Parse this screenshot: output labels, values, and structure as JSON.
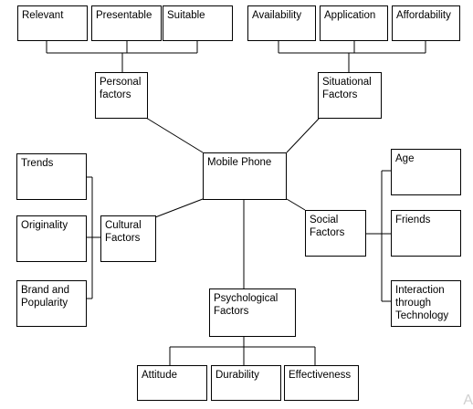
{
  "diagram": {
    "center": {
      "label": "Mobile Phone"
    },
    "personal": {
      "group": {
        "lines": [
          "Personal",
          "factors"
        ]
      },
      "items": [
        "Relevant",
        "Presentable",
        "Suitable"
      ]
    },
    "situational": {
      "group": {
        "lines": [
          "Situational",
          "Factors"
        ]
      },
      "items": [
        "Availability",
        "Application",
        "Affordability"
      ]
    },
    "cultural": {
      "group": {
        "lines": [
          "Cultural",
          "Factors"
        ]
      },
      "items": [
        [
          "Trends"
        ],
        [
          "Originality"
        ],
        [
          "Brand and",
          "Popularity"
        ]
      ]
    },
    "social": {
      "group": {
        "lines": [
          "Social",
          "Factors"
        ]
      },
      "items": [
        [
          "Age"
        ],
        [
          "Friends"
        ],
        [
          "Interaction",
          "through",
          "Technology"
        ]
      ]
    },
    "psychological": {
      "group": {
        "lines": [
          "Psychological",
          "Factors"
        ]
      },
      "items": [
        "Attitude",
        "Durability",
        "Effectiveness"
      ]
    },
    "watermark": "A"
  }
}
